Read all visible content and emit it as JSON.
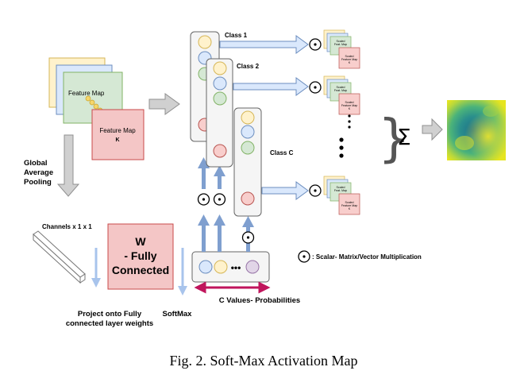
{
  "colors": {
    "arrow_blue": "#7f9fcf",
    "arrow_blue_stroke": "#4a6fa5",
    "arrow_gray": "#bdbdbd",
    "pink_fill": "#f4c6c6",
    "pink_stroke": "#c84a4a",
    "yellow_fill": "#fff2cc",
    "blue_fill": "#dae8fc",
    "green_fill": "#d5e8d4",
    "purple_fill": "#e1d5e7",
    "magenta": "#c0155c"
  },
  "diagram": {
    "feature_map_label": "Feature Map",
    "feature_map_k_title": "Feature Map",
    "feature_map_k_sub": "K",
    "gap_label": [
      "Global",
      "Average",
      "Pooling"
    ],
    "channels_label": "Channels x 1 x 1",
    "fc_label": [
      "W",
      "- Fully",
      "Connected"
    ],
    "project_label": [
      "Project onto Fully",
      "connected layer weights"
    ],
    "softmax_label": "SoftMax",
    "c_values_label": "C Values- Probabilities",
    "class_labels": [
      "Class 1",
      "Class 2",
      "Class C"
    ],
    "dot_symbol": "•",
    "dots_horizontal": "•••",
    "odot_symbol": "·",
    "legend_text": ": Scalar- Matrix/Vector Multiplication",
    "scaled_label_top": [
      "Scaled",
      "Feat. Map",
      "1"
    ],
    "scaled_label_bottom": [
      "Scaled",
      "Feature Map",
      "K"
    ],
    "sigma_symbol": "Σ",
    "brace": "}"
  },
  "caption": {
    "text": "Fig. 2.   Soft-Max Activation Map"
  }
}
